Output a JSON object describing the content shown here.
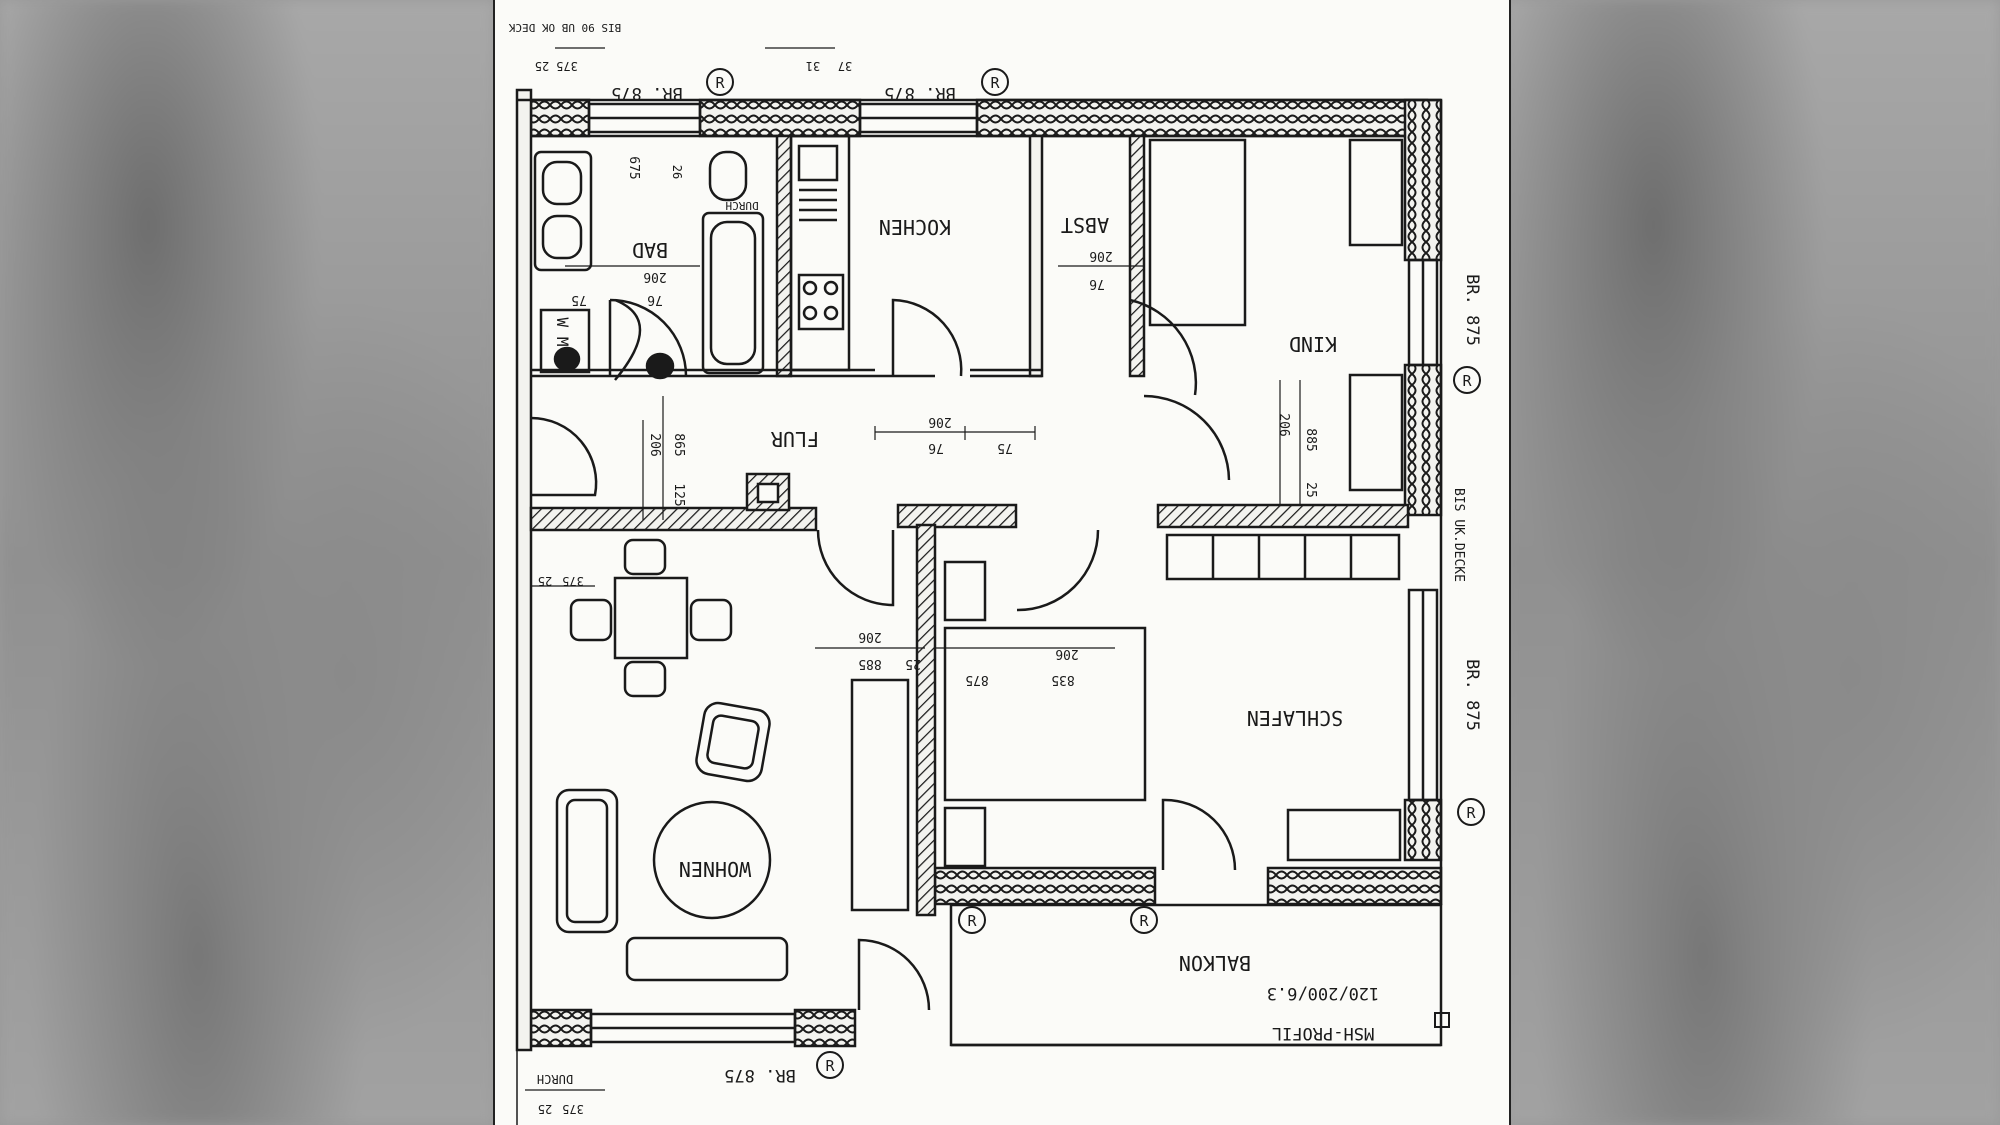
{
  "rooms": {
    "bad": "BAD",
    "kuechen": "KOCHEN",
    "abst": "ABST",
    "kind": "KIND",
    "flur": "FLUR",
    "wohnen": "WOHNEN",
    "schlafen": "SCHLAFEN",
    "balkon": "BALKON",
    "wm": "W M"
  },
  "window_labels": {
    "br_top_left": "BR. 875",
    "br_top_right": "BR. 875",
    "br_right_kind": "BR. 875",
    "br_right_schlafen": "BR. 875",
    "br_bottom": "BR. 875",
    "r_marker": "R"
  },
  "notes": {
    "bis_uk_decke": "BIS UK.DECKE",
    "bis_90_ub": "BIS 90 UB OK DECK",
    "durch": "DURCH",
    "durch_bottom": "DURCH",
    "profil_line1": "MSH-PROFIL",
    "profil_line2": "120/200/6.3"
  },
  "dimensions": {
    "d206": "206",
    "d76": "76",
    "d75": "75",
    "d885": "885",
    "d25": "25",
    "d675": "675",
    "d375": "375",
    "d875": "875",
    "d125": "125",
    "d37": "37",
    "d31": "31",
    "d26": "26",
    "d865": "865",
    "d835": "835"
  },
  "colors": {
    "ink": "#1a1a1a",
    "paper": "#fbfbf8",
    "wall_fill": "#f3f3ef"
  }
}
